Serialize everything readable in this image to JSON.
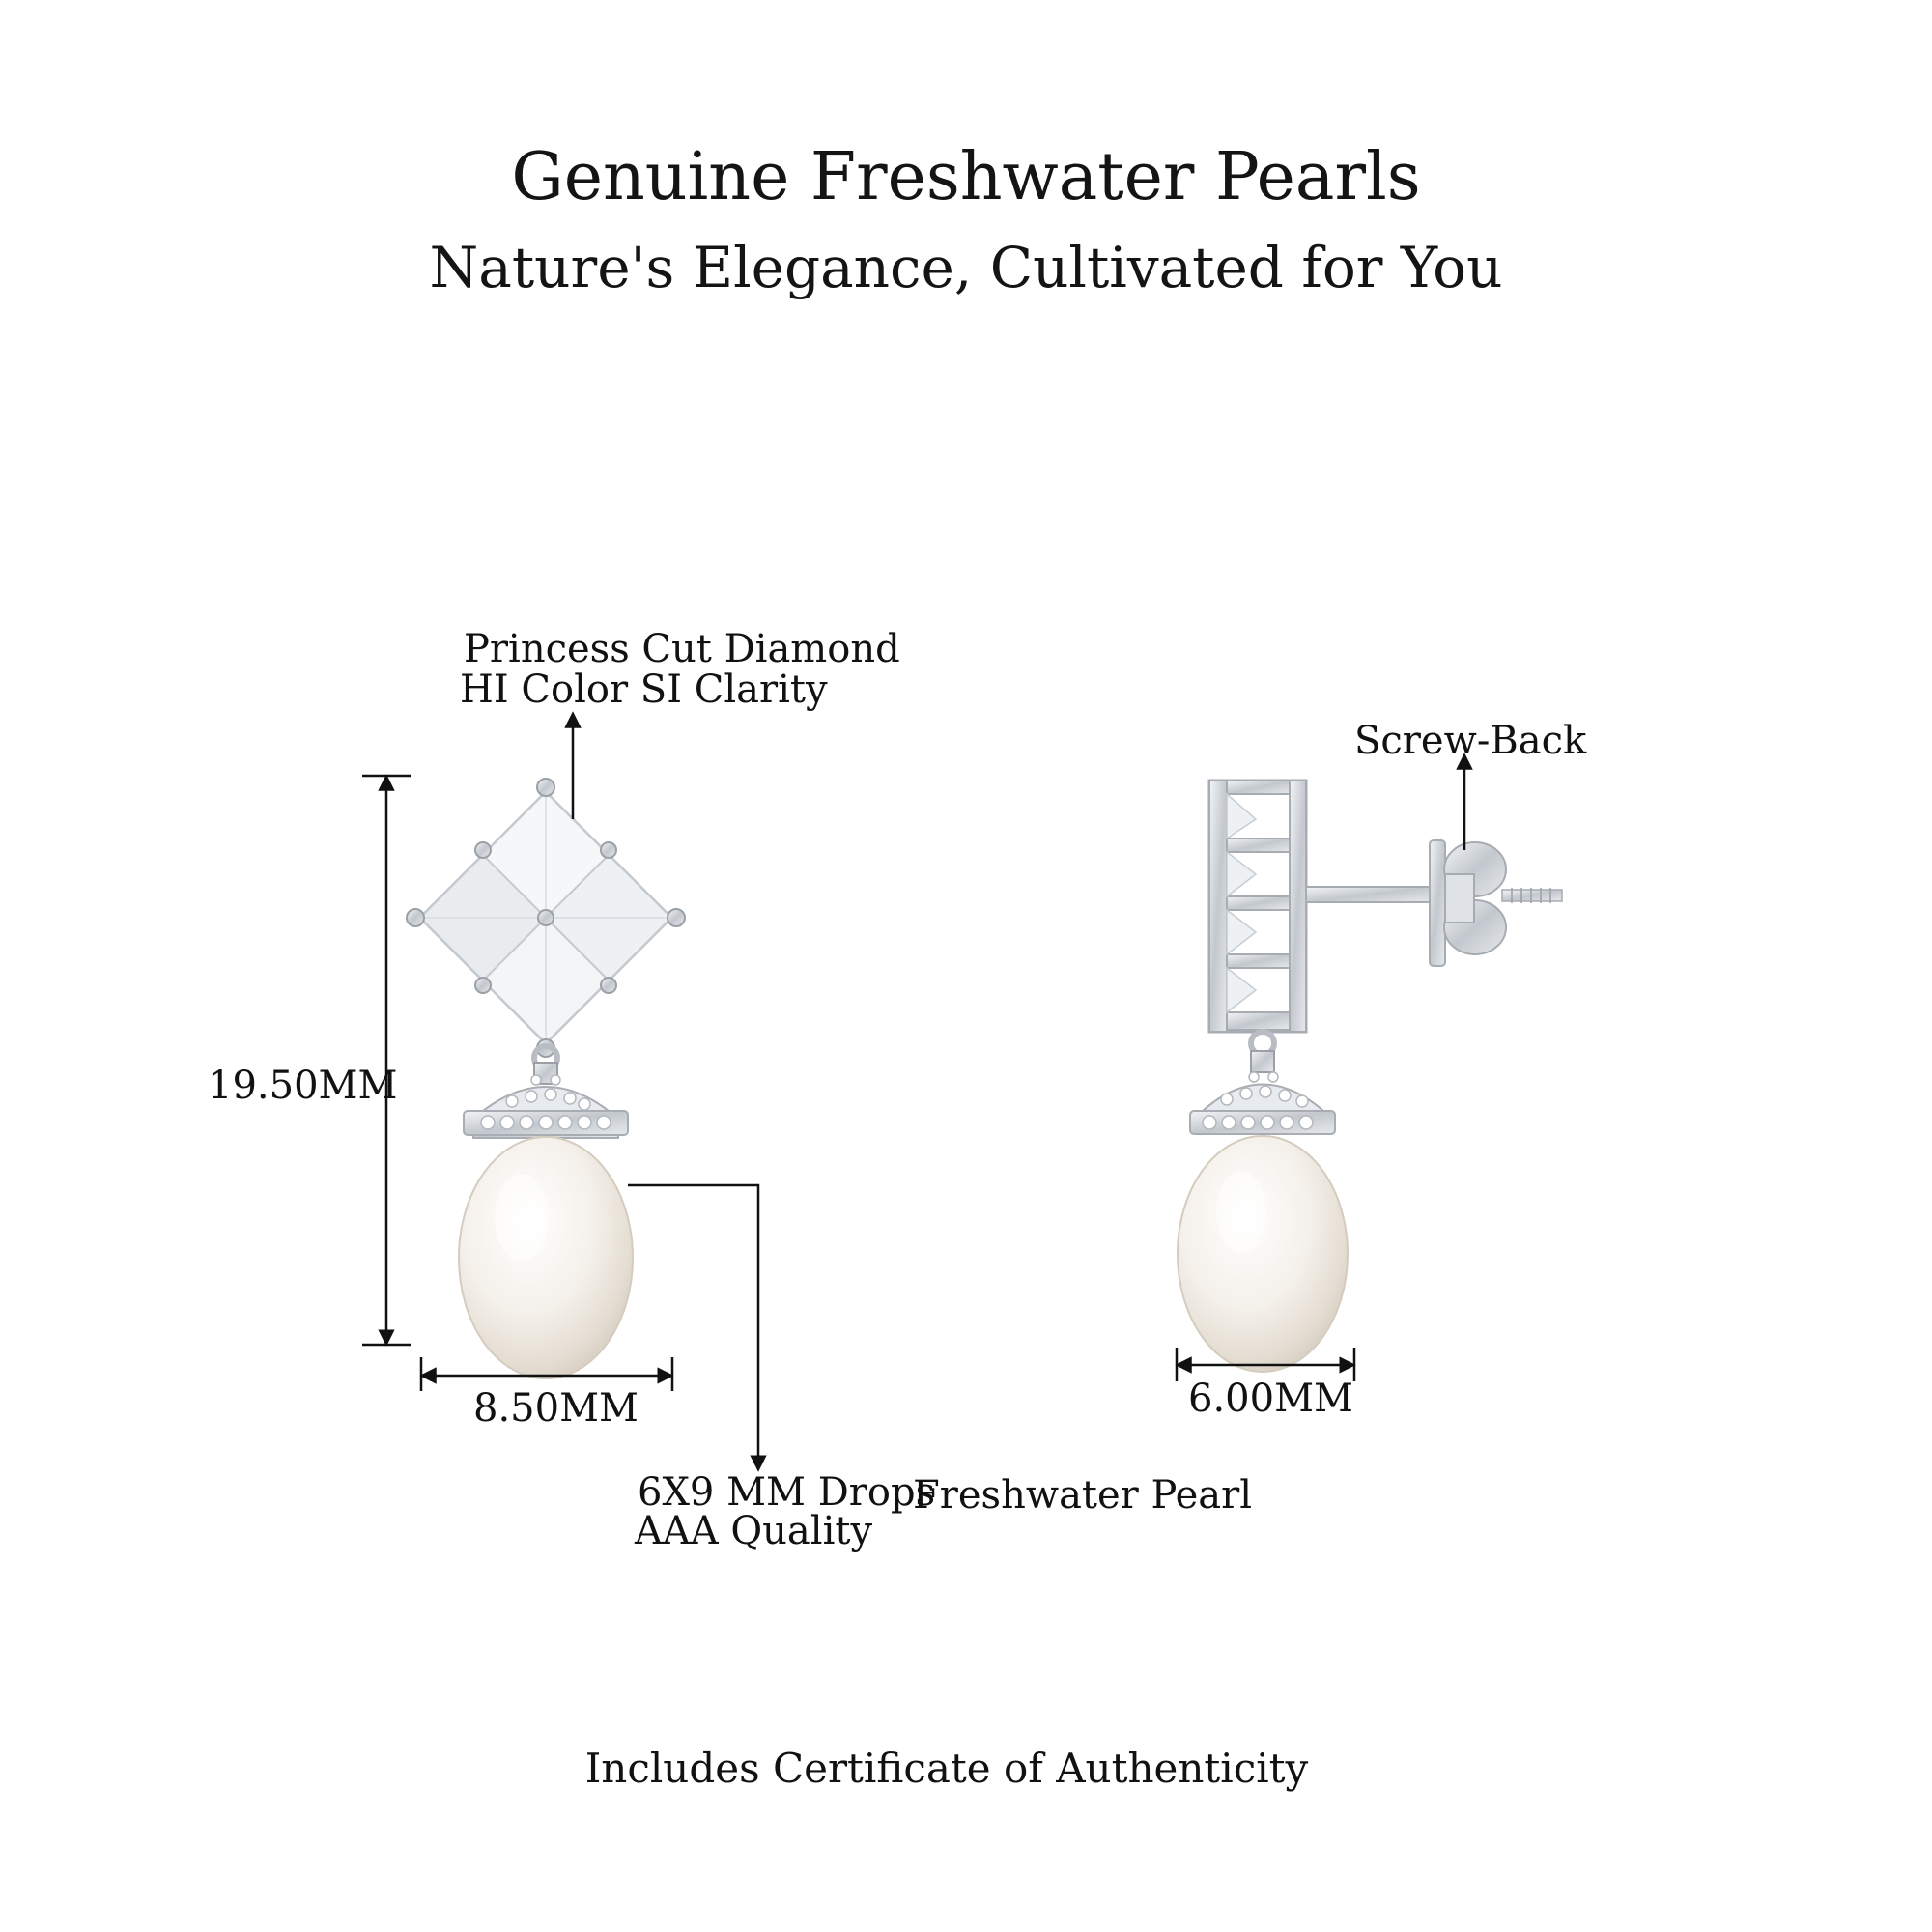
{
  "header": {
    "title": "Genuine Freshwater Pearls",
    "subtitle": "Nature's Elegance, Cultivated for You"
  },
  "front_view": {
    "diamond_label_line1": "Princess Cut Diamond",
    "diamond_label_line2": "HI Color SI Clarity",
    "height_dimension": "19.50MM",
    "width_dimension": "8.50MM",
    "pearl_label_line1": "6X9 MM Drops",
    "pearl_label_line1b": "Freshwater Pearl",
    "pearl_label_line2": "AAA Quality"
  },
  "side_view": {
    "back_label": "Screw-Back",
    "width_dimension": "6.00MM"
  },
  "footer": {
    "note": "Includes Certificate of Authenticity"
  },
  "colors": {
    "background": "#ffffff",
    "text": "#111111",
    "metal": "#c9cdd2",
    "pearl": "#f3efe8"
  }
}
